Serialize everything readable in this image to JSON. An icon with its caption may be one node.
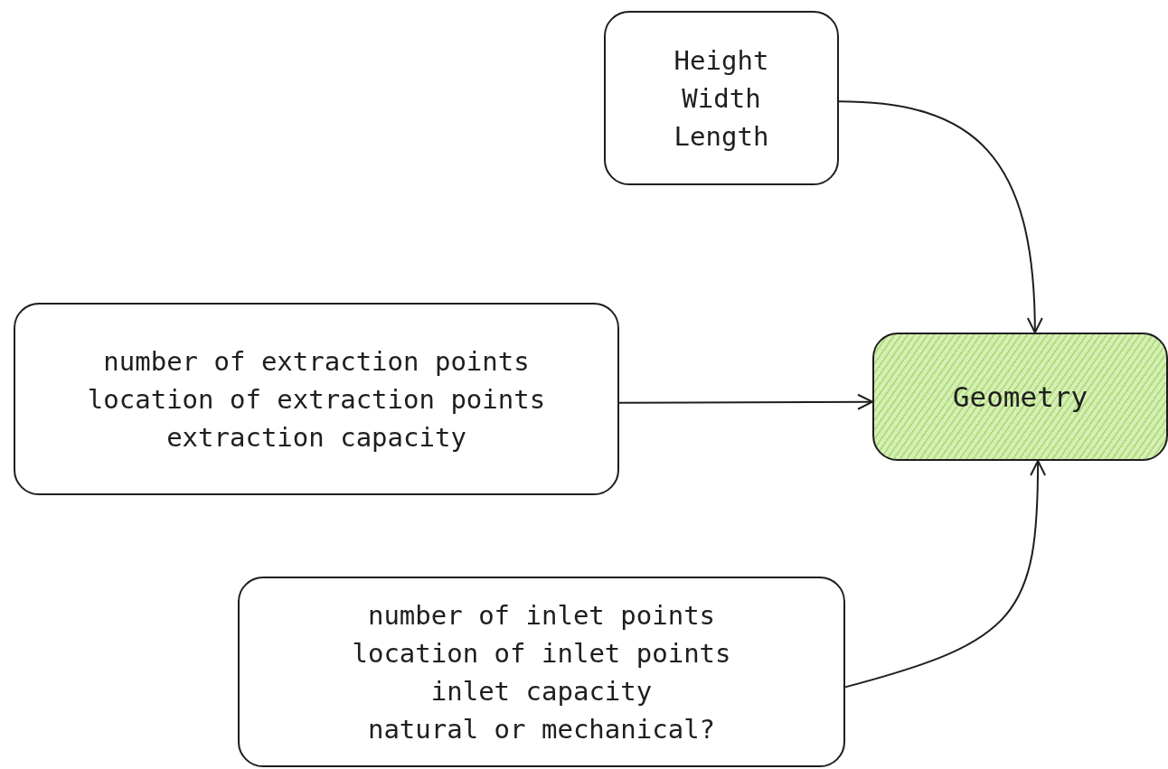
{
  "diagram": {
    "nodes": [
      {
        "text": [
          "Height",
          "Width",
          "Length"
        ]
      },
      {
        "text": [
          "number of extraction points",
          "location of extraction points",
          "extraction capacity"
        ]
      },
      {
        "text": [
          "Geometry"
        ]
      },
      {
        "text": [
          "number of inlet points",
          "location of inlet points",
          "inlet capacity",
          "natural or mechanical?"
        ]
      }
    ],
    "edges": [
      {
        "from": 0,
        "to": 2,
        "arrow": "to"
      },
      {
        "from": 1,
        "to": 2,
        "arrow": "to"
      },
      {
        "from": 3,
        "to": 2,
        "arrow": "to"
      }
    ]
  }
}
